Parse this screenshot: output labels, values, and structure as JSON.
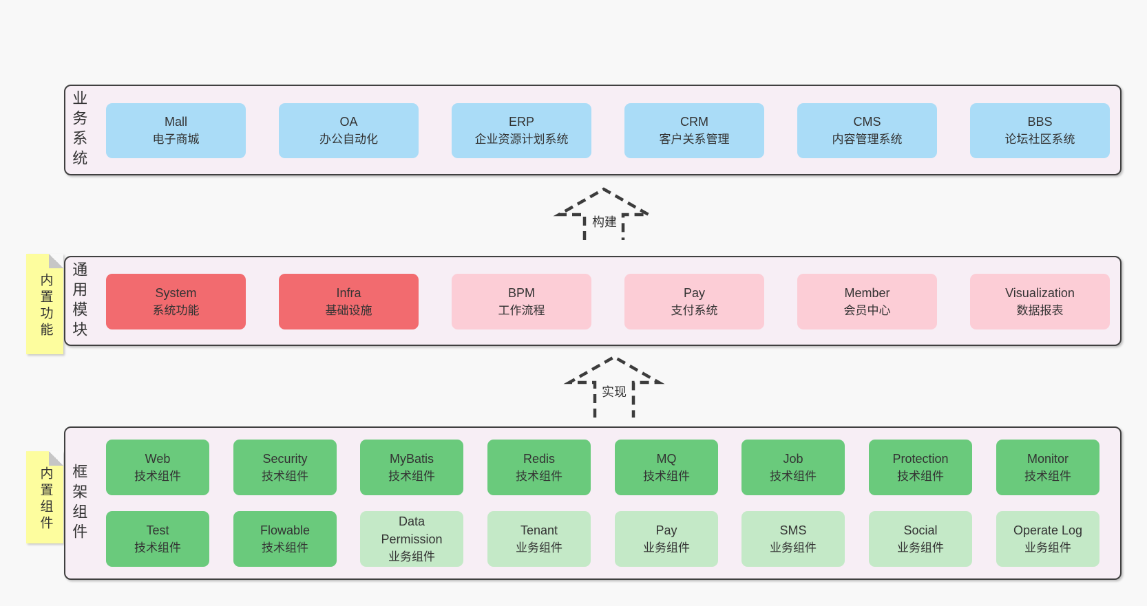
{
  "layers": [
    {
      "side_label": "业务系统",
      "items": [
        {
          "en": "Mall",
          "zh": "电子商城",
          "variant": "blue"
        },
        {
          "en": "OA",
          "zh": "办公自动化",
          "variant": "blue"
        },
        {
          "en": "ERP",
          "zh": "企业资源计划系统",
          "variant": "blue"
        },
        {
          "en": "CRM",
          "zh": "客户关系管理",
          "variant": "blue"
        },
        {
          "en": "CMS",
          "zh": "内容管理系统",
          "variant": "blue"
        },
        {
          "en": "BBS",
          "zh": "论坛社区系统",
          "variant": "blue"
        }
      ]
    },
    {
      "side_label": "通用模块",
      "sticky": "内置功能",
      "items": [
        {
          "en": "System",
          "zh": "系统功能",
          "variant": "red"
        },
        {
          "en": "Infra",
          "zh": "基础设施",
          "variant": "red"
        },
        {
          "en": "BPM",
          "zh": "工作流程",
          "variant": "pink"
        },
        {
          "en": "Pay",
          "zh": "支付系统",
          "variant": "pink"
        },
        {
          "en": "Member",
          "zh": "会员中心",
          "variant": "pink"
        },
        {
          "en": "Visualization",
          "zh": "数据报表",
          "variant": "pink"
        }
      ]
    },
    {
      "side_label": "框架组件",
      "sticky": "内置组件",
      "rows": [
        [
          {
            "en": "Web",
            "zh": "技术组件",
            "variant": "green"
          },
          {
            "en": "Security",
            "zh": "技术组件",
            "variant": "green"
          },
          {
            "en": "MyBatis",
            "zh": "技术组件",
            "variant": "green"
          },
          {
            "en": "Redis",
            "zh": "技术组件",
            "variant": "green"
          },
          {
            "en": "MQ",
            "zh": "技术组件",
            "variant": "green"
          },
          {
            "en": "Job",
            "zh": "技术组件",
            "variant": "green"
          },
          {
            "en": "Protection",
            "zh": "技术组件",
            "variant": "green"
          },
          {
            "en": "Monitor",
            "zh": "技术组件",
            "variant": "green"
          }
        ],
        [
          {
            "en": "Test",
            "zh": "技术组件",
            "variant": "green"
          },
          {
            "en": "Flowable",
            "zh": "技术组件",
            "variant": "green"
          },
          {
            "en": "Data\nPermission",
            "zh": "业务组件",
            "variant": "green-light"
          },
          {
            "en": "Tenant",
            "zh": "业务组件",
            "variant": "green-light"
          },
          {
            "en": "Pay",
            "zh": "业务组件",
            "variant": "green-light"
          },
          {
            "en": "SMS",
            "zh": "业务组件",
            "variant": "green-light"
          },
          {
            "en": "Social",
            "zh": "业务组件",
            "variant": "green-light"
          },
          {
            "en": "Operate Log",
            "zh": "业务组件",
            "variant": "green-light"
          }
        ]
      ]
    }
  ],
  "arrows": [
    {
      "label": "构建"
    },
    {
      "label": "实现"
    }
  ],
  "colors": {
    "page_background": "#f8f8f8",
    "layer_background": "#f7eef5",
    "layer_border": "#404040",
    "business_box": "#aadcf7",
    "core_module_box": "#f26b6f",
    "optional_module_box": "#fccdd6",
    "tech_component_box": "#6aca7c",
    "biz_component_box": "#c4e9c7",
    "sticky_note": "#fdfd9e",
    "text": "#333333"
  }
}
